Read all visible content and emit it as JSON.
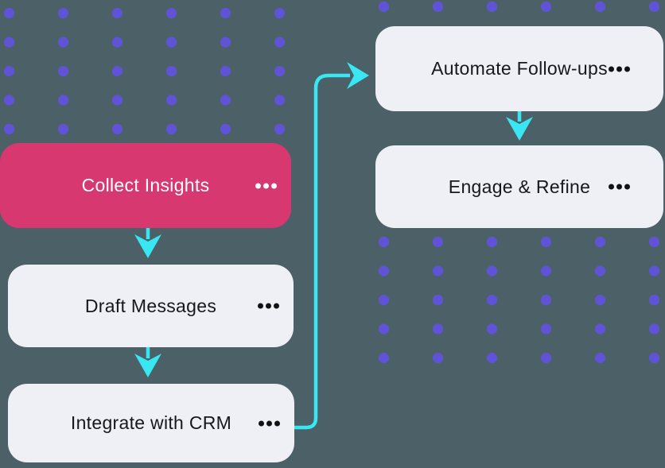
{
  "app": {
    "view": "automation-flowchart-canvas"
  },
  "palette": {
    "background": "#4C6067",
    "node_accent_pink": "#D7386F",
    "node_light": "#EEF0F5",
    "connector_cyan": "#38E7F1",
    "dot_grid_purple": "#5F53D8",
    "text_on_light": "#17171C",
    "text_on_pink": "#FFFFFF"
  },
  "flow": {
    "nodes": [
      {
        "id": "collect-insights",
        "label": "Collect Insights",
        "style": "pink",
        "menu_icon": "ellipsis"
      },
      {
        "id": "draft-messages",
        "label": "Draft Messages",
        "style": "light",
        "menu_icon": "ellipsis"
      },
      {
        "id": "integrate-crm",
        "label": "Integrate with CRM",
        "style": "light",
        "menu_icon": "ellipsis"
      },
      {
        "id": "automate-followups",
        "label": "Automate Follow-ups",
        "style": "light",
        "menu_icon": "ellipsis"
      },
      {
        "id": "engage-refine",
        "label": "Engage & Refine",
        "style": "light",
        "menu_icon": "ellipsis"
      }
    ],
    "edges": [
      {
        "from": "collect-insights",
        "to": "draft-messages",
        "shape": "straight-down-arrow"
      },
      {
        "from": "draft-messages",
        "to": "integrate-crm",
        "shape": "straight-down-arrow"
      },
      {
        "from": "integrate-crm",
        "to": "automate-followups",
        "shape": "elbow-right-up-right-arrow"
      },
      {
        "from": "automate-followups",
        "to": "engage-refine",
        "shape": "straight-down-arrow"
      }
    ]
  }
}
